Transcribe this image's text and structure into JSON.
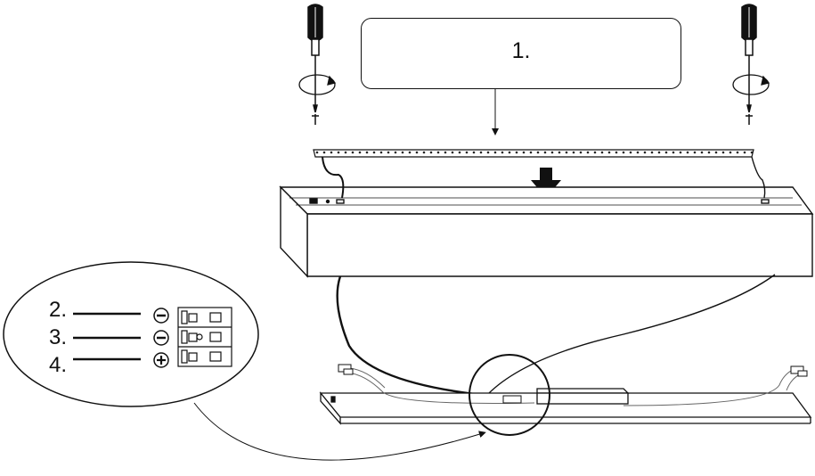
{
  "steps": {
    "step1": "1.",
    "wires": [
      "2.",
      "3.",
      "4."
    ]
  },
  "icons": {
    "left_tool": "screwdriver-icon",
    "right_tool": "screwdriver-icon",
    "rotate": "rotate-clockwise-icon",
    "down_arrow": "arrow-down-icon",
    "minus": "minus-terminal-icon",
    "plus": "plus-terminal-icon"
  }
}
